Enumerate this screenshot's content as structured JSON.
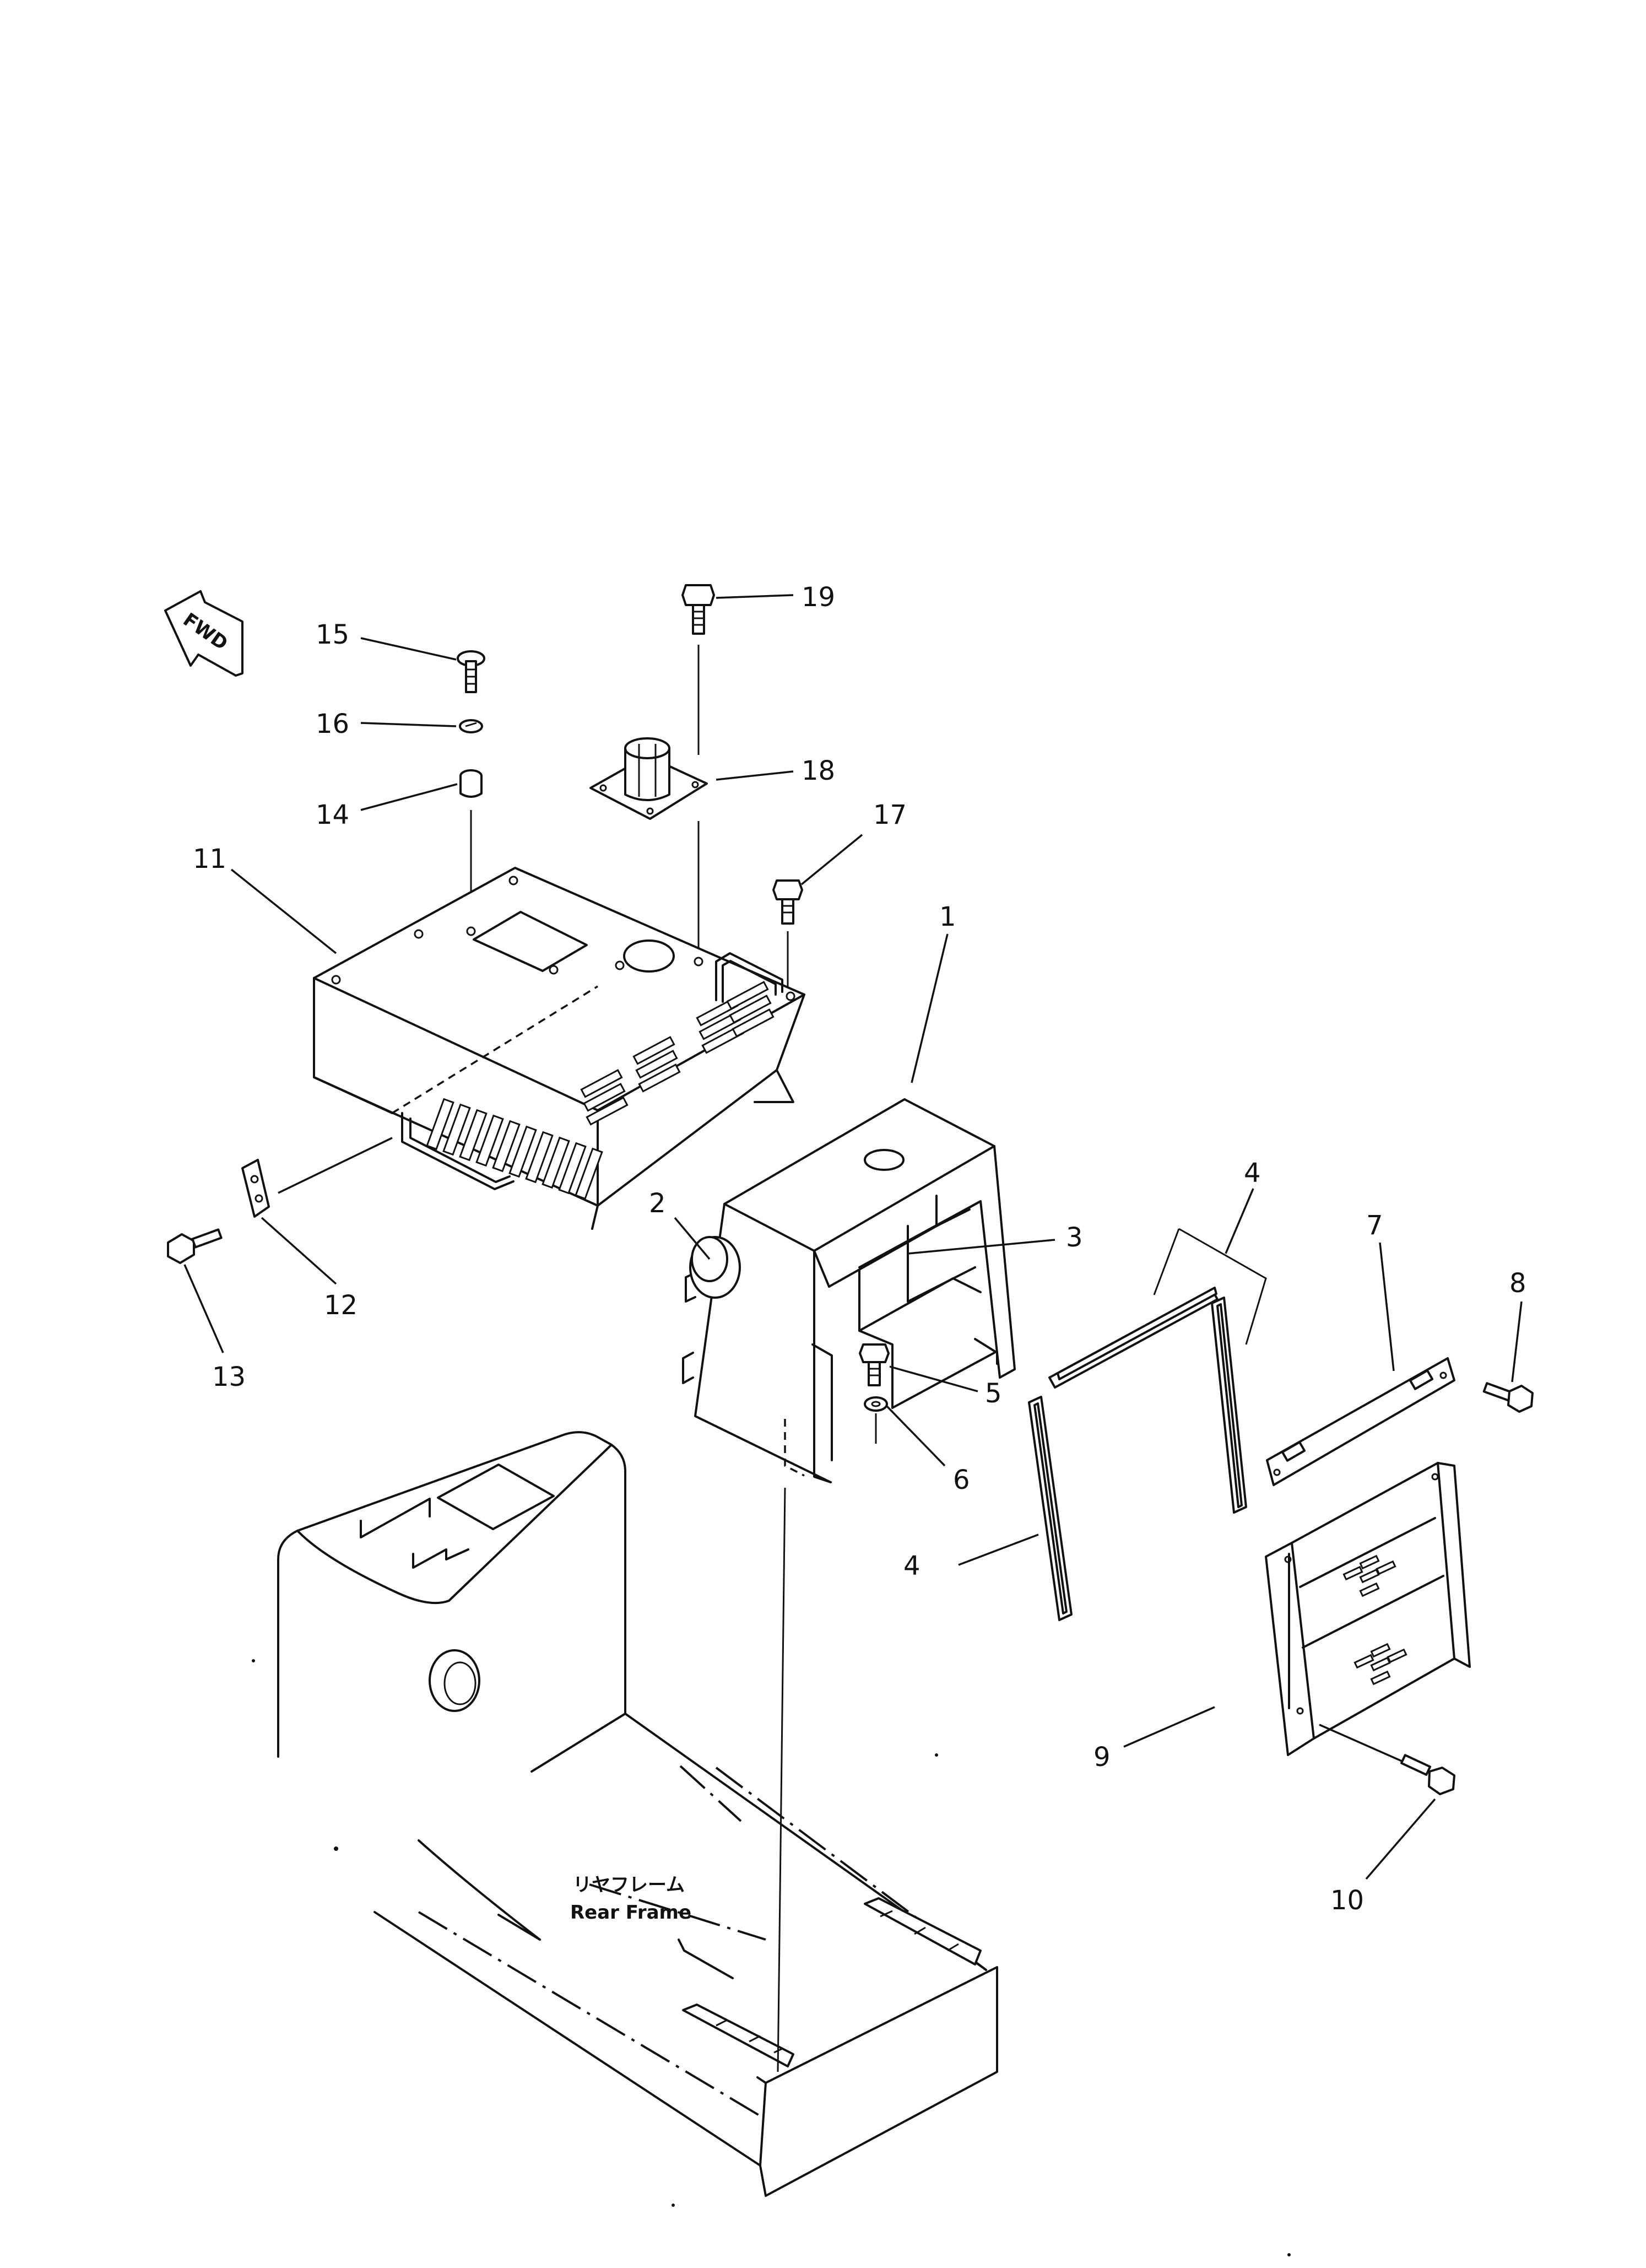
{
  "diagram": {
    "fwd_label": "FWD",
    "frame_label_jp": "リヤフレーム",
    "frame_label_en": "Rear Frame",
    "callouts": [
      "1",
      "2",
      "3",
      "4",
      "4",
      "5",
      "6",
      "7",
      "8",
      "9",
      "10",
      "11",
      "12",
      "13",
      "14",
      "15",
      "16",
      "17",
      "18",
      "19"
    ]
  }
}
